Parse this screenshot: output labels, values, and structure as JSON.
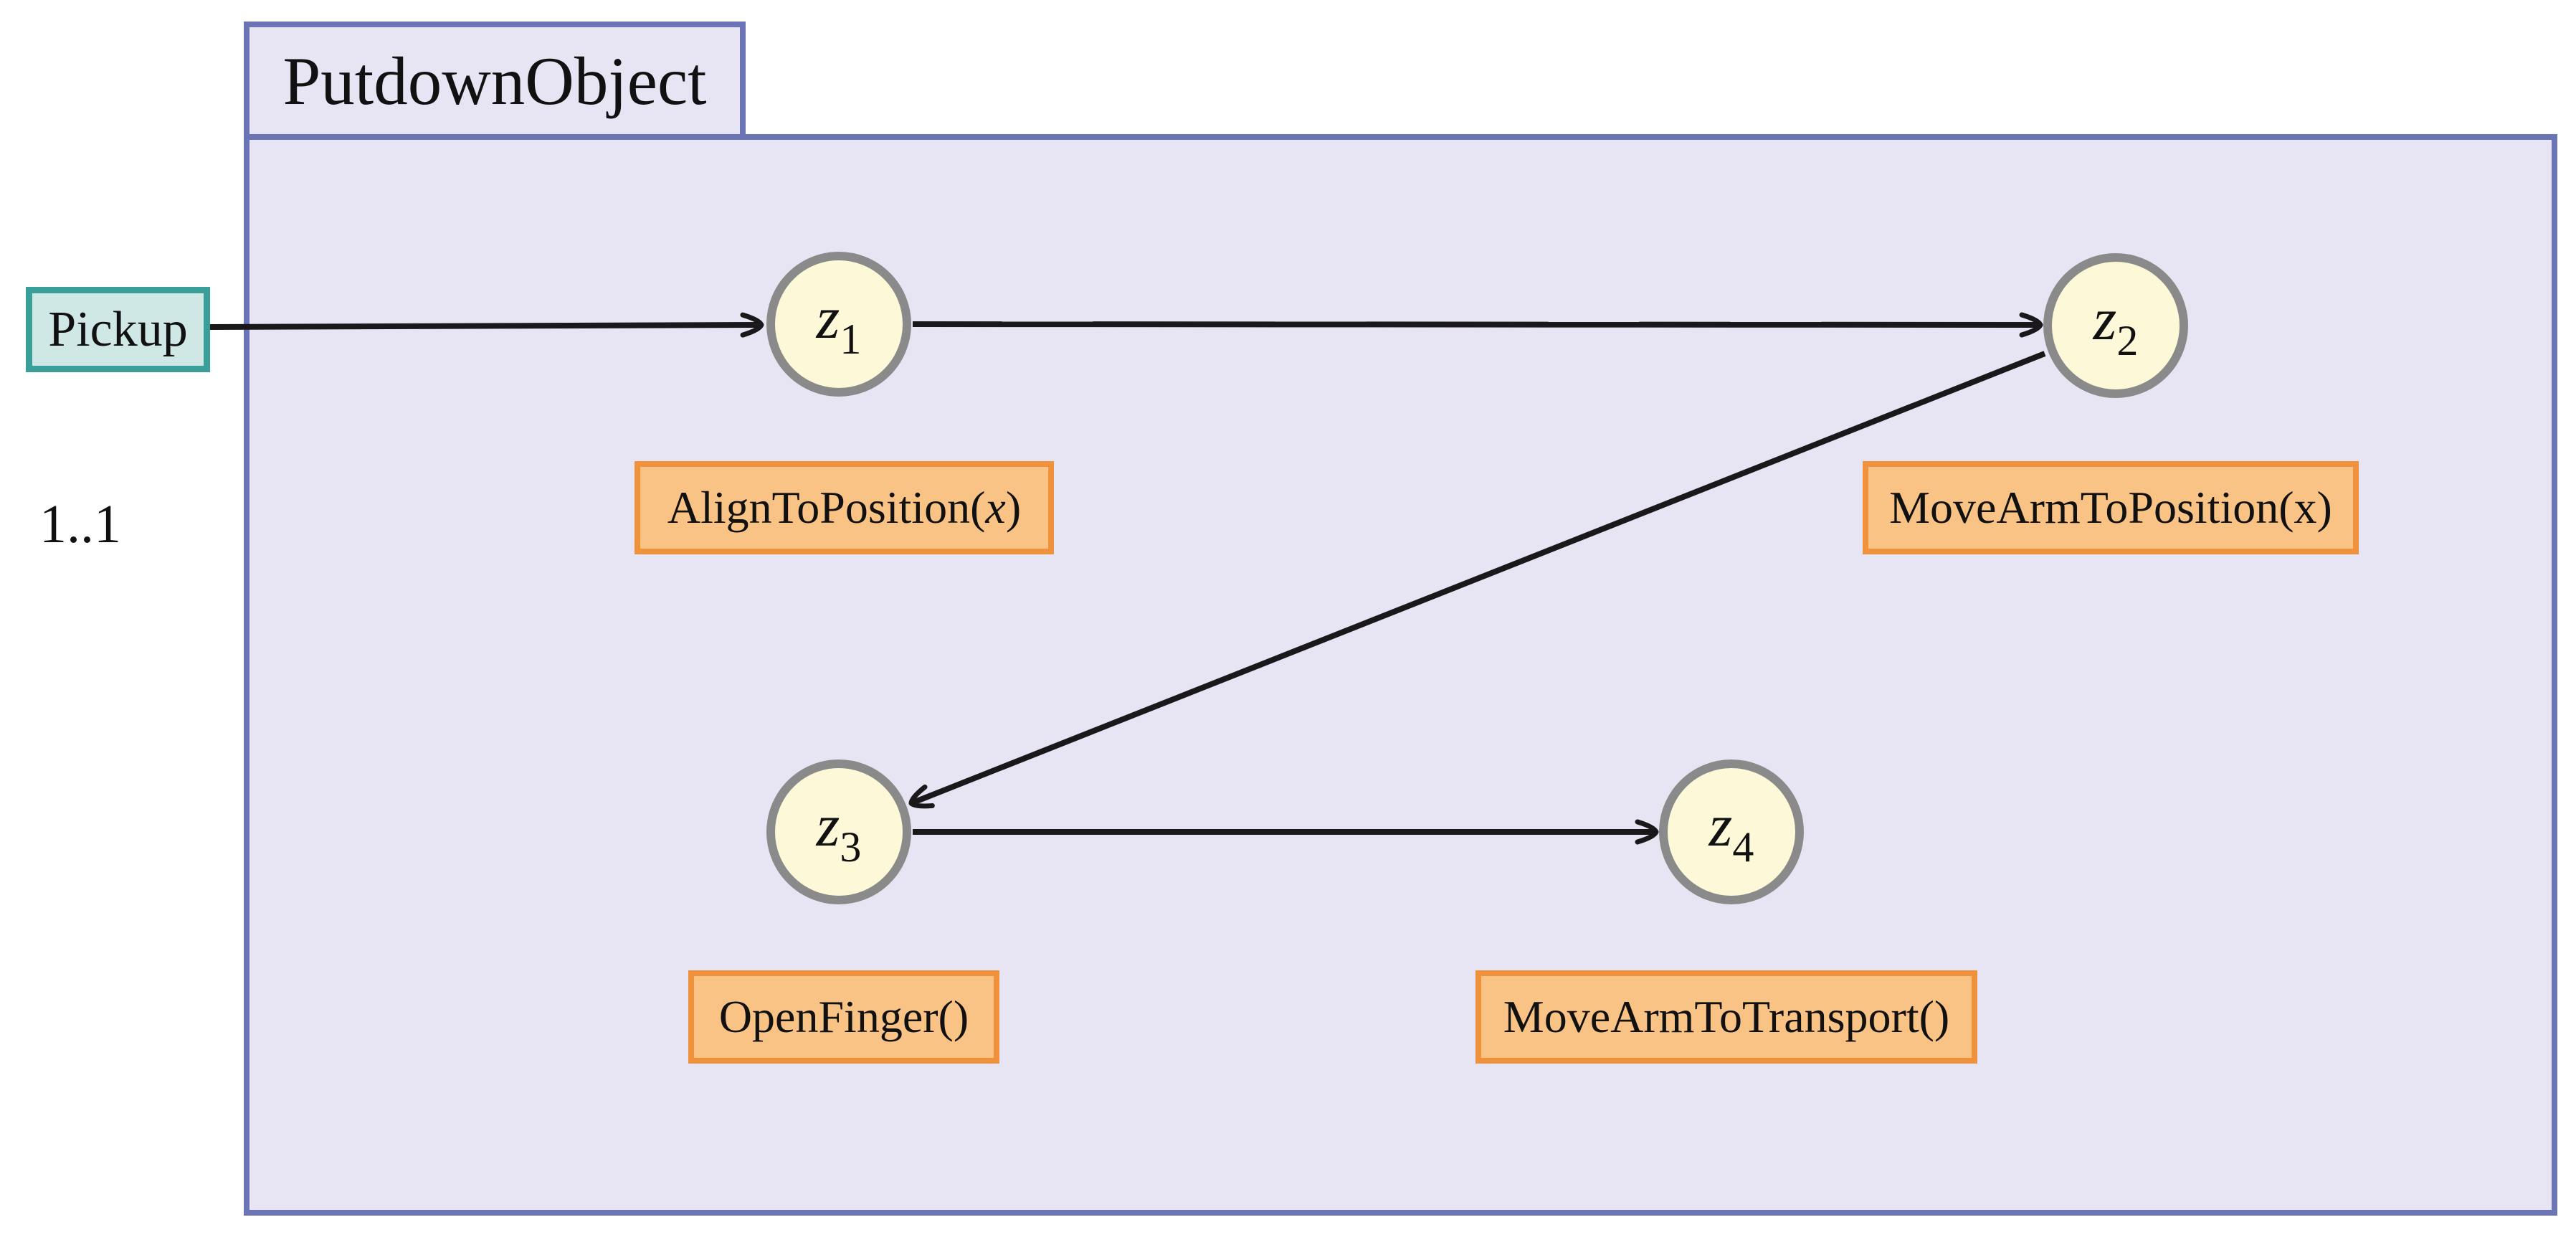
{
  "diagram": {
    "title": "PutdownObject",
    "entry": {
      "label": "Pickup",
      "cardinality": "1..1"
    },
    "states": [
      {
        "id": "z1",
        "base": "z",
        "sub": "1"
      },
      {
        "id": "z2",
        "base": "z",
        "sub": "2"
      },
      {
        "id": "z3",
        "base": "z",
        "sub": "3"
      },
      {
        "id": "z4",
        "base": "z",
        "sub": "4"
      }
    ],
    "actions": [
      {
        "state": "z1",
        "pre": "AlignToPosition(",
        "arg": "x",
        "post": ")",
        "arg_class": "arg italic"
      },
      {
        "state": "z2",
        "pre": "MoveArmToPosition(",
        "arg": "x",
        "post": ")",
        "arg_class": "arg"
      },
      {
        "state": "z3",
        "pre": "OpenFinger(",
        "arg": "",
        "post": ")",
        "arg_class": "arg"
      },
      {
        "state": "z4",
        "pre": "MoveArmToTransport(",
        "arg": "",
        "post": ")",
        "arg_class": "arg"
      }
    ],
    "edges": [
      {
        "from": "Pickup",
        "to": "z1"
      },
      {
        "from": "z1",
        "to": "z2"
      },
      {
        "from": "z2",
        "to": "z3"
      },
      {
        "from": "z3",
        "to": "z4"
      }
    ]
  },
  "colors": {
    "container-fill": "#e7e5f3",
    "container-border": "#6b74b4",
    "entry-fill": "#cfe8e5",
    "entry-border": "#3a9e99",
    "node-fill": "#fcf8d8",
    "node-border": "#8a8a8a",
    "action-fill": "#f9c385",
    "action-border": "#f0923c",
    "edge-color": "#1b181c",
    "text-color": "#111111"
  }
}
